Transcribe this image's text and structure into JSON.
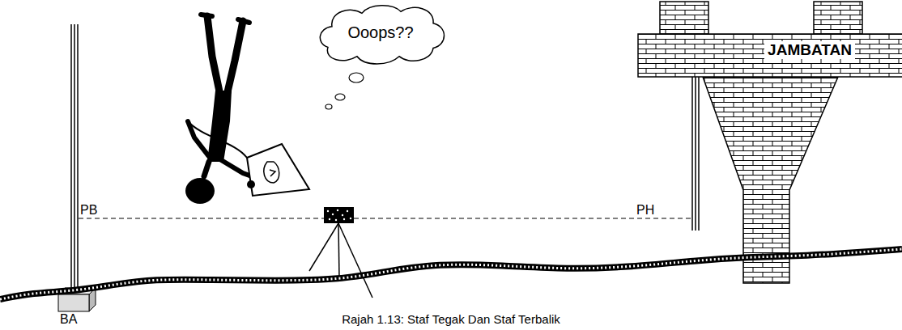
{
  "diagram": {
    "caption": "Rajah 1.13: Staf Tegak Dan Staf Terbalik",
    "nodes": [
      {
        "text": [
          "Ooops??"
        ]
      },
      {
        "text": [
          "JAMBATAN"
        ]
      }
    ],
    "labels": [
      "PB",
      "PH",
      "BA"
    ]
  }
}
